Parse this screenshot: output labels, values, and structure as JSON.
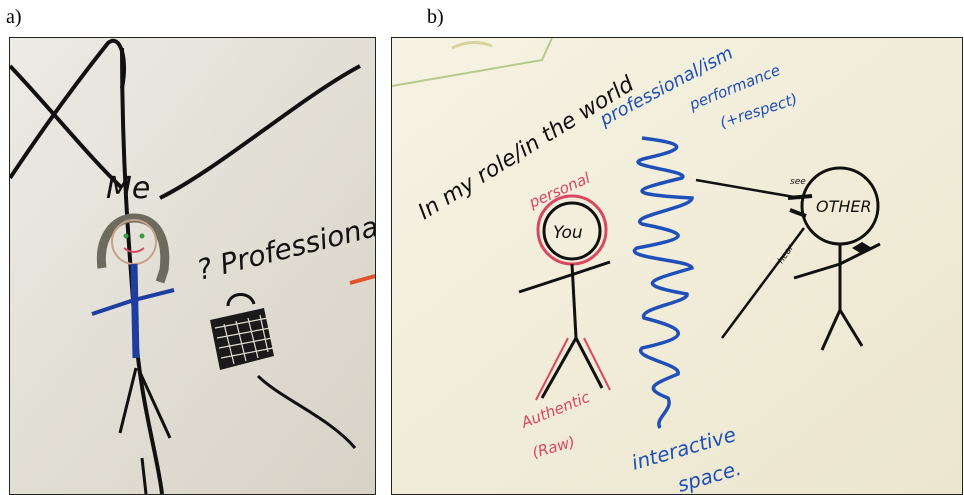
{
  "figure": {
    "panel_a_label": "a)",
    "panel_b_label": "b)"
  },
  "panel_a": {
    "me_text": "Me",
    "professional_text": "? Professiona"
  },
  "panel_b": {
    "role_text": "In my role/in the world",
    "professional_text": "professional/ism",
    "performance_text": "performance",
    "respect_text": "(+respect)",
    "personal_text": "personal",
    "you_text": "You",
    "authentic_text": "Authentic",
    "raw_text": "(Raw)",
    "other_text": "OTHER",
    "see_text": "see",
    "hear_text": "hear",
    "interactive_text": "interactive",
    "space_text": "space."
  },
  "colors": {
    "ink_black": "#111111",
    "ink_blue": "#1f4fb8",
    "ink_red": "#d9485f",
    "ink_green": "#3a9a4a",
    "ink_orange": "#e2532a",
    "paper_a": "#e9e6dd",
    "paper_b": "#f3f0e0"
  }
}
